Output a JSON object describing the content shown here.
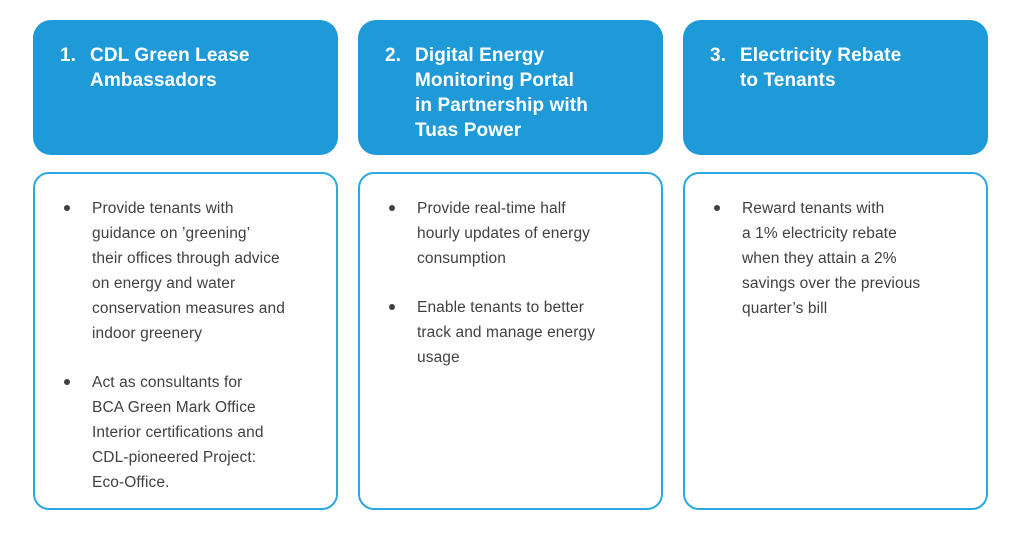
{
  "colors": {
    "page_bg": "#ffffff",
    "header_bg": "#1f9ad8",
    "header_text": "#ffffff",
    "body_border": "#29a9e0",
    "body_text": "#414042"
  },
  "columns": [
    {
      "number": "1.",
      "title": "CDL Green Lease\nAmbassadors",
      "bullets": [
        "Provide tenants with\nguidance on ’greening’\ntheir offices through advice\non energy and water\nconservation measures and\nindoor greenery",
        "Act as consultants for\nBCA Green Mark Office\nInterior certifications and\nCDL-pioneered Project:\nEco-Office."
      ]
    },
    {
      "number": "2.",
      "title": "Digital Energy\nMonitoring Portal\nin Partnership with\nTuas Power",
      "bullets": [
        "Provide real-time half\nhourly updates of energy\nconsumption",
        "Enable tenants to better\ntrack and manage energy\nusage"
      ]
    },
    {
      "number": "3.",
      "title": "Electricity Rebate\nto Tenants",
      "bullets": [
        "Reward tenants with\na 1% electricity rebate\nwhen they attain a 2%\nsavings over the previous\nquarter’s bill"
      ]
    }
  ]
}
